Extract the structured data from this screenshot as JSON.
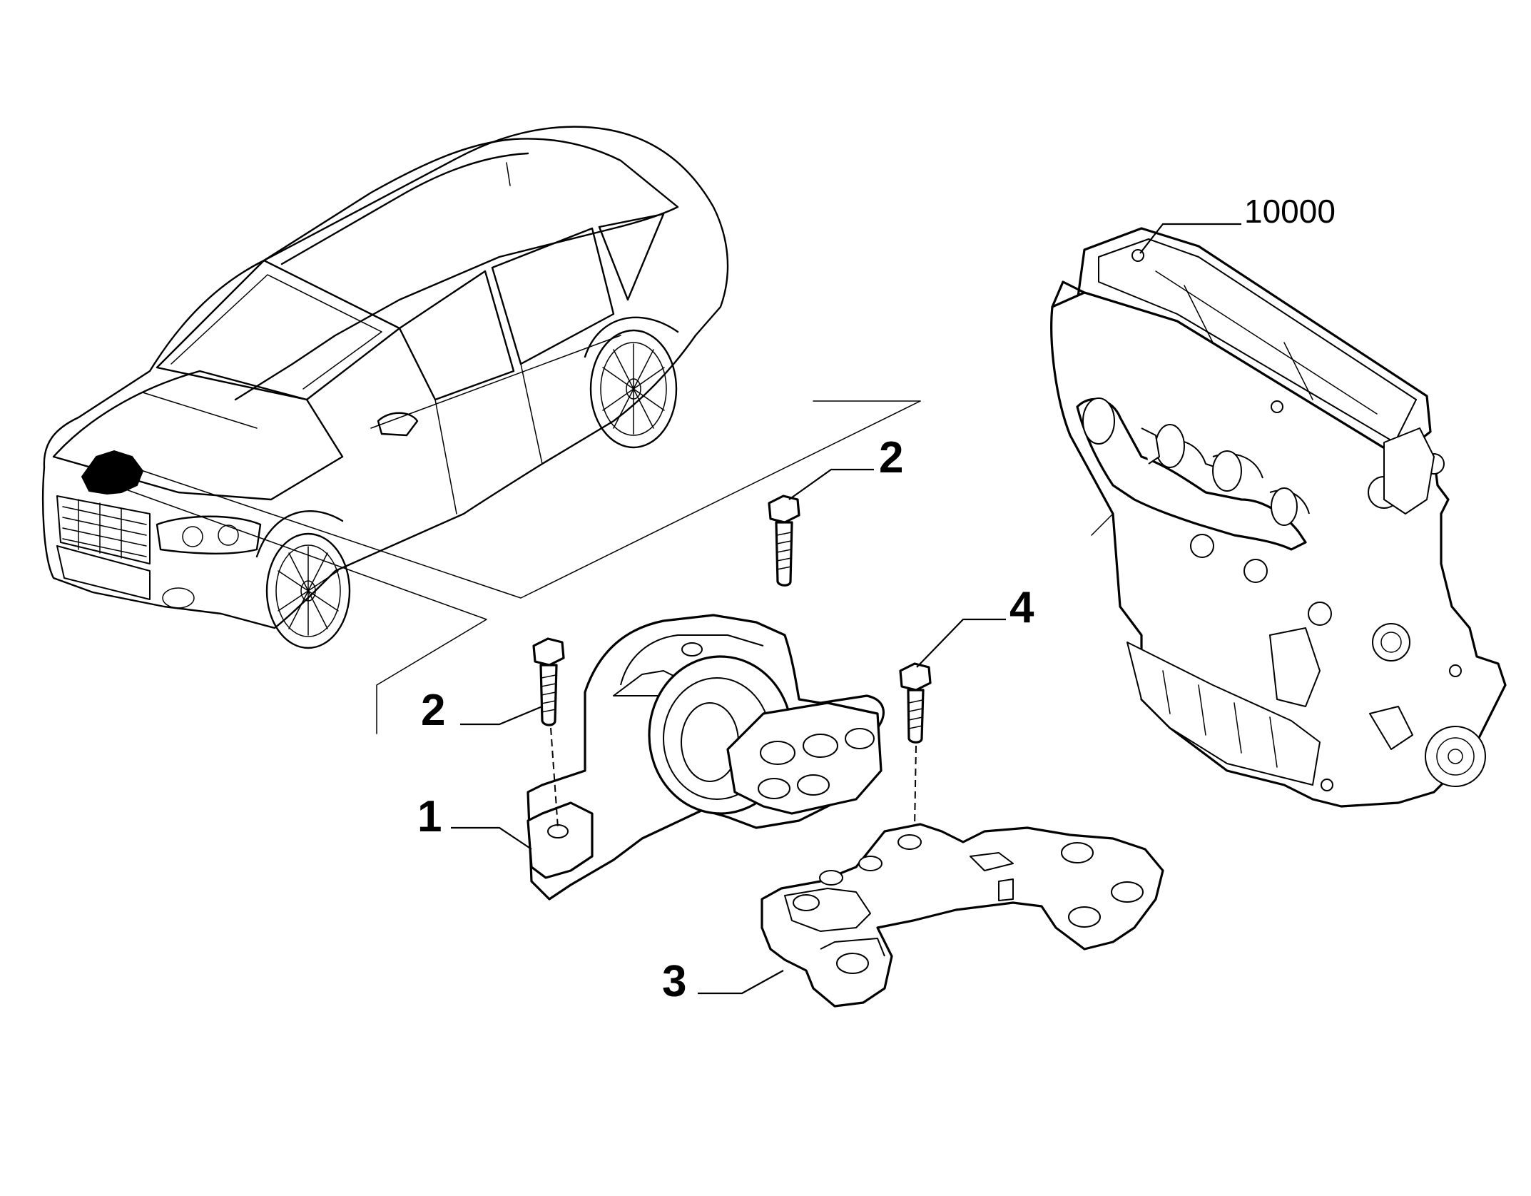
{
  "callouts": {
    "part_1": "1",
    "part_2_top": "2",
    "part_2_left": "2",
    "part_3": "3",
    "part_4": "4",
    "engine": "10000"
  }
}
